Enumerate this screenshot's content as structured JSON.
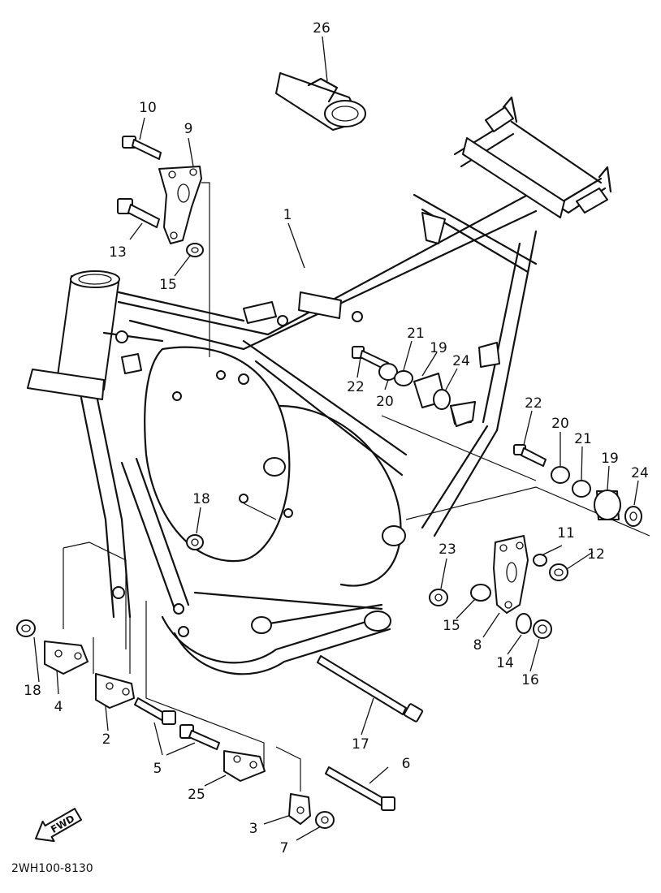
{
  "diagram": {
    "part_code": "2WH100-8130",
    "direction_label": "FWD",
    "callouts": {
      "c1": "1",
      "c2": "2",
      "c3": "3",
      "c4": "4",
      "c5": "5",
      "c6": "6",
      "c7": "7",
      "c8": "8",
      "c9": "9",
      "c10": "10",
      "c11": "11",
      "c12": "12",
      "c13": "13",
      "c14": "14",
      "c15a": "15",
      "c15b": "15",
      "c16": "16",
      "c17": "17",
      "c18a": "18",
      "c18b": "18",
      "c19a": "19",
      "c19b": "19",
      "c20a": "20",
      "c20b": "20",
      "c21a": "21",
      "c21b": "21",
      "c22a": "22",
      "c22b": "22",
      "c23": "23",
      "c24a": "24",
      "c24b": "24",
      "c25": "25",
      "c26": "26"
    }
  }
}
